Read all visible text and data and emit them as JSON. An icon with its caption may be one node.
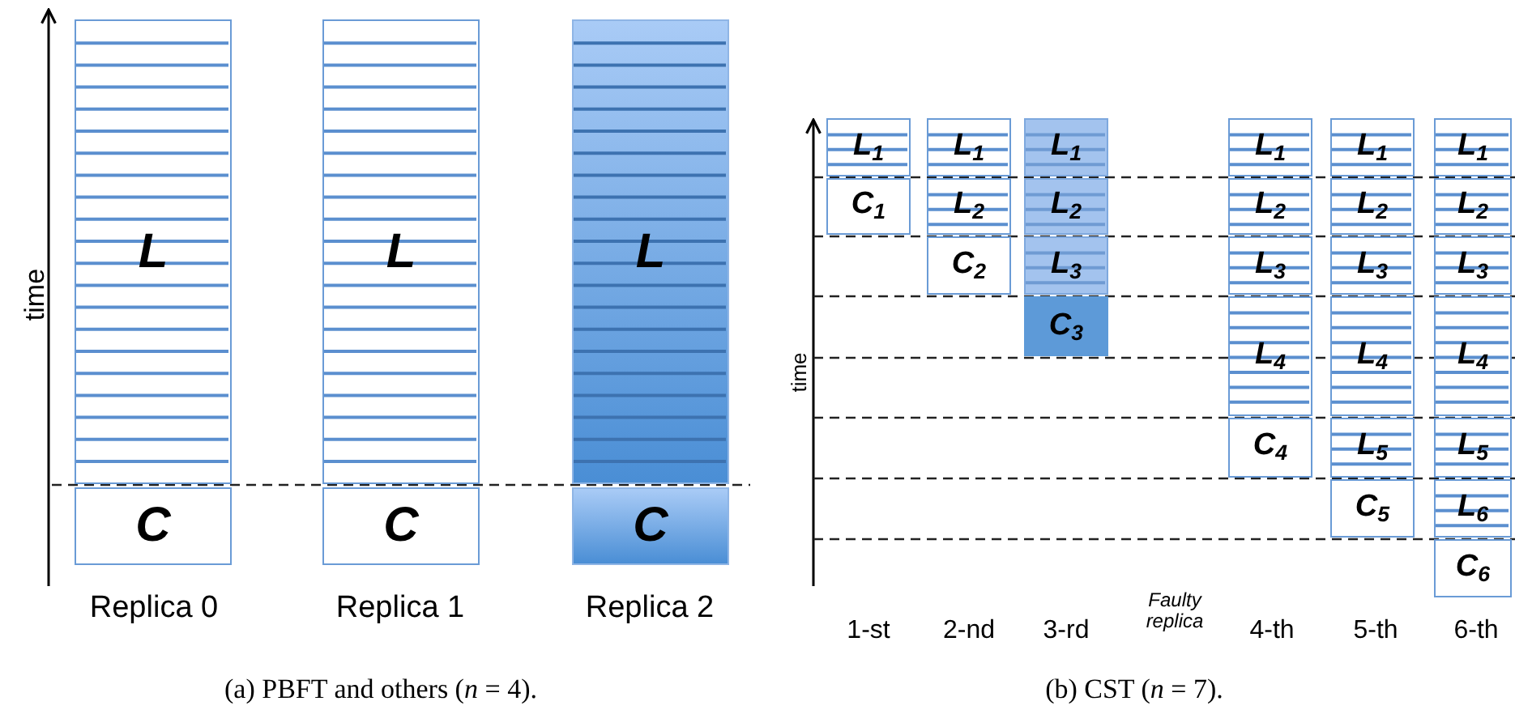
{
  "diagram": {
    "nodes": [
      {
        "text": [
          "L"
        ]
      },
      {
        "text": [
          "C"
        ]
      },
      {
        "text": [
          "L"
        ]
      },
      {
        "text": [
          "C"
        ]
      },
      {
        "text": [
          "L"
        ]
      },
      {
        "text": [
          "C"
        ]
      },
      {
        "text": [
          "L$_{1}$"
        ]
      },
      {
        "text": [
          "C$_{1}$"
        ]
      },
      {
        "text": [
          "L$_{1}$"
        ]
      },
      {
        "text": [
          "L$_{2}$"
        ]
      },
      {
        "text": [
          "C$_{2}$"
        ]
      },
      {
        "text": [
          "L$_{1}$"
        ]
      },
      {
        "text": [
          "L$_{2}$"
        ]
      },
      {
        "text": [
          "L$_{3}$"
        ]
      },
      {
        "text": [
          "C$_{3}$"
        ]
      },
      {
        "text": [
          "L$_{1}$"
        ]
      },
      {
        "text": [
          "L$_{2}$"
        ]
      },
      {
        "text": [
          "L$_{3}$"
        ]
      },
      {
        "text": [
          "L$_{4}$"
        ]
      },
      {
        "text": [
          "C$_{4}$"
        ]
      },
      {
        "text": [
          "L$_{1}$"
        ]
      },
      {
        "text": [
          "L$_{2}$"
        ]
      },
      {
        "text": [
          "L$_{3}$"
        ]
      },
      {
        "text": [
          "L$_{4}$"
        ]
      },
      {
        "text": [
          "L$_{5}$"
        ]
      },
      {
        "text": [
          "C$_{5}$"
        ]
      },
      {
        "text": [
          "L$_{1}$"
        ]
      },
      {
        "text": [
          "L$_{2}$"
        ]
      },
      {
        "text": [
          "L$_{3}$"
        ]
      },
      {
        "text": [
          "L$_{4}$"
        ]
      },
      {
        "text": [
          "L$_{5}$"
        ]
      },
      {
        "text": [
          "L$_{6}$"
        ]
      },
      {
        "text": [
          "C$_{6}$"
        ]
      }
    ],
    "labels": [
      "time",
      "Replica 0",
      "Replica 1",
      "Replica 2",
      "(a) PBFT and others (*n* = 4).",
      "time",
      "1-st",
      "2-nd",
      "3-rd",
      "Faulty replica",
      "4-th",
      "5-th",
      "6-th",
      "(b) CST (*n* = 7)."
    ]
  }
}
